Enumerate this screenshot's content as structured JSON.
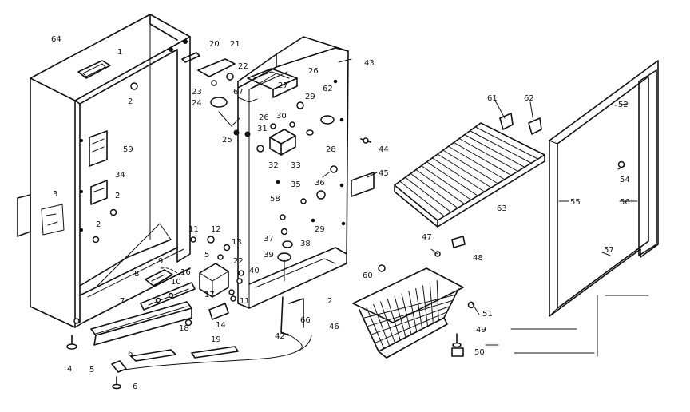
{
  "callouts": [
    {
      "id": "1",
      "text": "1"
    },
    {
      "id": "2a",
      "text": "2"
    },
    {
      "id": "2b",
      "text": "2"
    },
    {
      "id": "2c",
      "text": "2"
    },
    {
      "id": "2d",
      "text": "2"
    },
    {
      "id": "3",
      "text": "3"
    },
    {
      "id": "4",
      "text": "4"
    },
    {
      "id": "5a",
      "text": "5"
    },
    {
      "id": "5b",
      "text": "5"
    },
    {
      "id": "6a",
      "text": "6"
    },
    {
      "id": "6b",
      "text": "6"
    },
    {
      "id": "7",
      "text": "7"
    },
    {
      "id": "8",
      "text": "8"
    },
    {
      "id": "9",
      "text": "9"
    },
    {
      "id": "10",
      "text": "10"
    },
    {
      "id": "11a",
      "text": "11"
    },
    {
      "id": "11b",
      "text": "11"
    },
    {
      "id": "12",
      "text": "12"
    },
    {
      "id": "13",
      "text": "13"
    },
    {
      "id": "14",
      "text": "14"
    },
    {
      "id": "16",
      "text": "16"
    },
    {
      "id": "17",
      "text": "17"
    },
    {
      "id": "18",
      "text": "18"
    },
    {
      "id": "19",
      "text": "19"
    },
    {
      "id": "20",
      "text": "20"
    },
    {
      "id": "21",
      "text": "21"
    },
    {
      "id": "22a",
      "text": "22"
    },
    {
      "id": "22b",
      "text": "22"
    },
    {
      "id": "23",
      "text": "23"
    },
    {
      "id": "24",
      "text": "24"
    },
    {
      "id": "25",
      "text": "25"
    },
    {
      "id": "26a",
      "text": "26"
    },
    {
      "id": "26b",
      "text": "26"
    },
    {
      "id": "27",
      "text": "27"
    },
    {
      "id": "28",
      "text": "28"
    },
    {
      "id": "29a",
      "text": "29"
    },
    {
      "id": "29b",
      "text": "29"
    },
    {
      "id": "30",
      "text": "30"
    },
    {
      "id": "31",
      "text": "31"
    },
    {
      "id": "32",
      "text": "32"
    },
    {
      "id": "33",
      "text": "33"
    },
    {
      "id": "34",
      "text": "34"
    },
    {
      "id": "35",
      "text": "35"
    },
    {
      "id": "36",
      "text": "36"
    },
    {
      "id": "37",
      "text": "37"
    },
    {
      "id": "38",
      "text": "38"
    },
    {
      "id": "39",
      "text": "39"
    },
    {
      "id": "40",
      "text": "40"
    },
    {
      "id": "42",
      "text": "42"
    },
    {
      "id": "43",
      "text": "43"
    },
    {
      "id": "44",
      "text": "44"
    },
    {
      "id": "45",
      "text": "45"
    },
    {
      "id": "46",
      "text": "46"
    },
    {
      "id": "47",
      "text": "47"
    },
    {
      "id": "48",
      "text": "48"
    },
    {
      "id": "49",
      "text": "49"
    },
    {
      "id": "50",
      "text": "50"
    },
    {
      "id": "51",
      "text": "51"
    },
    {
      "id": "52",
      "text": "52"
    },
    {
      "id": "54",
      "text": "54"
    },
    {
      "id": "55",
      "text": "55"
    },
    {
      "id": "56",
      "text": "56"
    },
    {
      "id": "57",
      "text": "57"
    },
    {
      "id": "58",
      "text": "58"
    },
    {
      "id": "59",
      "text": "59"
    },
    {
      "id": "60",
      "text": "60"
    },
    {
      "id": "61",
      "text": "61"
    },
    {
      "id": "62a",
      "text": "62"
    },
    {
      "id": "62b",
      "text": "62"
    },
    {
      "id": "63",
      "text": "63"
    },
    {
      "id": "64",
      "text": "64"
    },
    {
      "id": "66",
      "text": "66"
    },
    {
      "id": "67",
      "text": "67"
    }
  ]
}
